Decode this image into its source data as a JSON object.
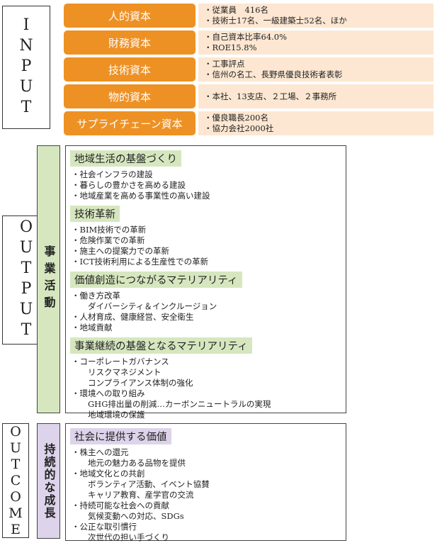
{
  "input": {
    "side_label": "INPUT",
    "resources": [
      {
        "label": "人的資本",
        "details": [
          "・従業員　416名",
          "・技術士17名、一級建築士52名、ほか"
        ]
      },
      {
        "label": "財務資本",
        "details": [
          "・自己資本比率64.0%",
          "・ROE15.8%"
        ]
      },
      {
        "label": "技術資本",
        "details": [
          "・工事評点",
          "・信州の名工、長野県優良技術者表彰"
        ]
      },
      {
        "label": "物的資本",
        "details": [
          "・本社、13支店、２工場、２事務所"
        ]
      },
      {
        "label": "サプライチェーン資本",
        "details": [
          "・優良職長200名",
          "・協力会社2000社"
        ]
      }
    ]
  },
  "output": {
    "side_label": "OUTPUT",
    "column_label": "事業活動",
    "sections": [
      {
        "title": "地域生活の基盤づくり",
        "items": [
          "・社会インフラの建設",
          "・暮らしの豊かさを高める建設",
          "・地域産業を高める事業性の高い建設"
        ]
      },
      {
        "title": "技術革新",
        "items": [
          "・BIM技術での革新",
          "・危険作業での革新",
          "・施主への提案力での革新",
          "・ICT技術利用による生産性での革新"
        ]
      },
      {
        "title": "価値創造につながるマテリアリティ",
        "items": [
          "・働き方改革",
          "　　ダイバーシティ＆インクルージョン",
          "・人材育成、健康経営、安全衛生",
          "・地域貢献"
        ]
      },
      {
        "title": "事業継続の基盤となるマテリアリティ",
        "items": [
          "・コーポレートガバナンス",
          "　　リスクマネジメント",
          "　　コンプライアンス体制の強化",
          "・環境への取り組み",
          "　　GHG排出量の削減…カーボンニュートラルの実現",
          "　　地域環境の保護"
        ]
      }
    ]
  },
  "outcome": {
    "side_label": "OUTCOME",
    "column_label": "持続的な成長",
    "sections": [
      {
        "title": "社会に提供する価値",
        "items": [
          "・株主への還元",
          "　　地元の魅力ある品物を提供",
          "・地域文化との共創",
          "　　ボランティア活動、イベント協賛",
          "　　キャリア教育、産学官の交流",
          "・持続可能な社会への貢献",
          "　　気候変動への対応、SDGs",
          "・公正な取引慣行",
          "　　次世代の担い手づくり"
        ]
      }
    ]
  },
  "colors": {
    "resource_label": "#ee9124",
    "resource_detail": "#fde7d2",
    "output_highlight": "#d6e7bf",
    "outcome_highlight": "#ddd3ea"
  }
}
